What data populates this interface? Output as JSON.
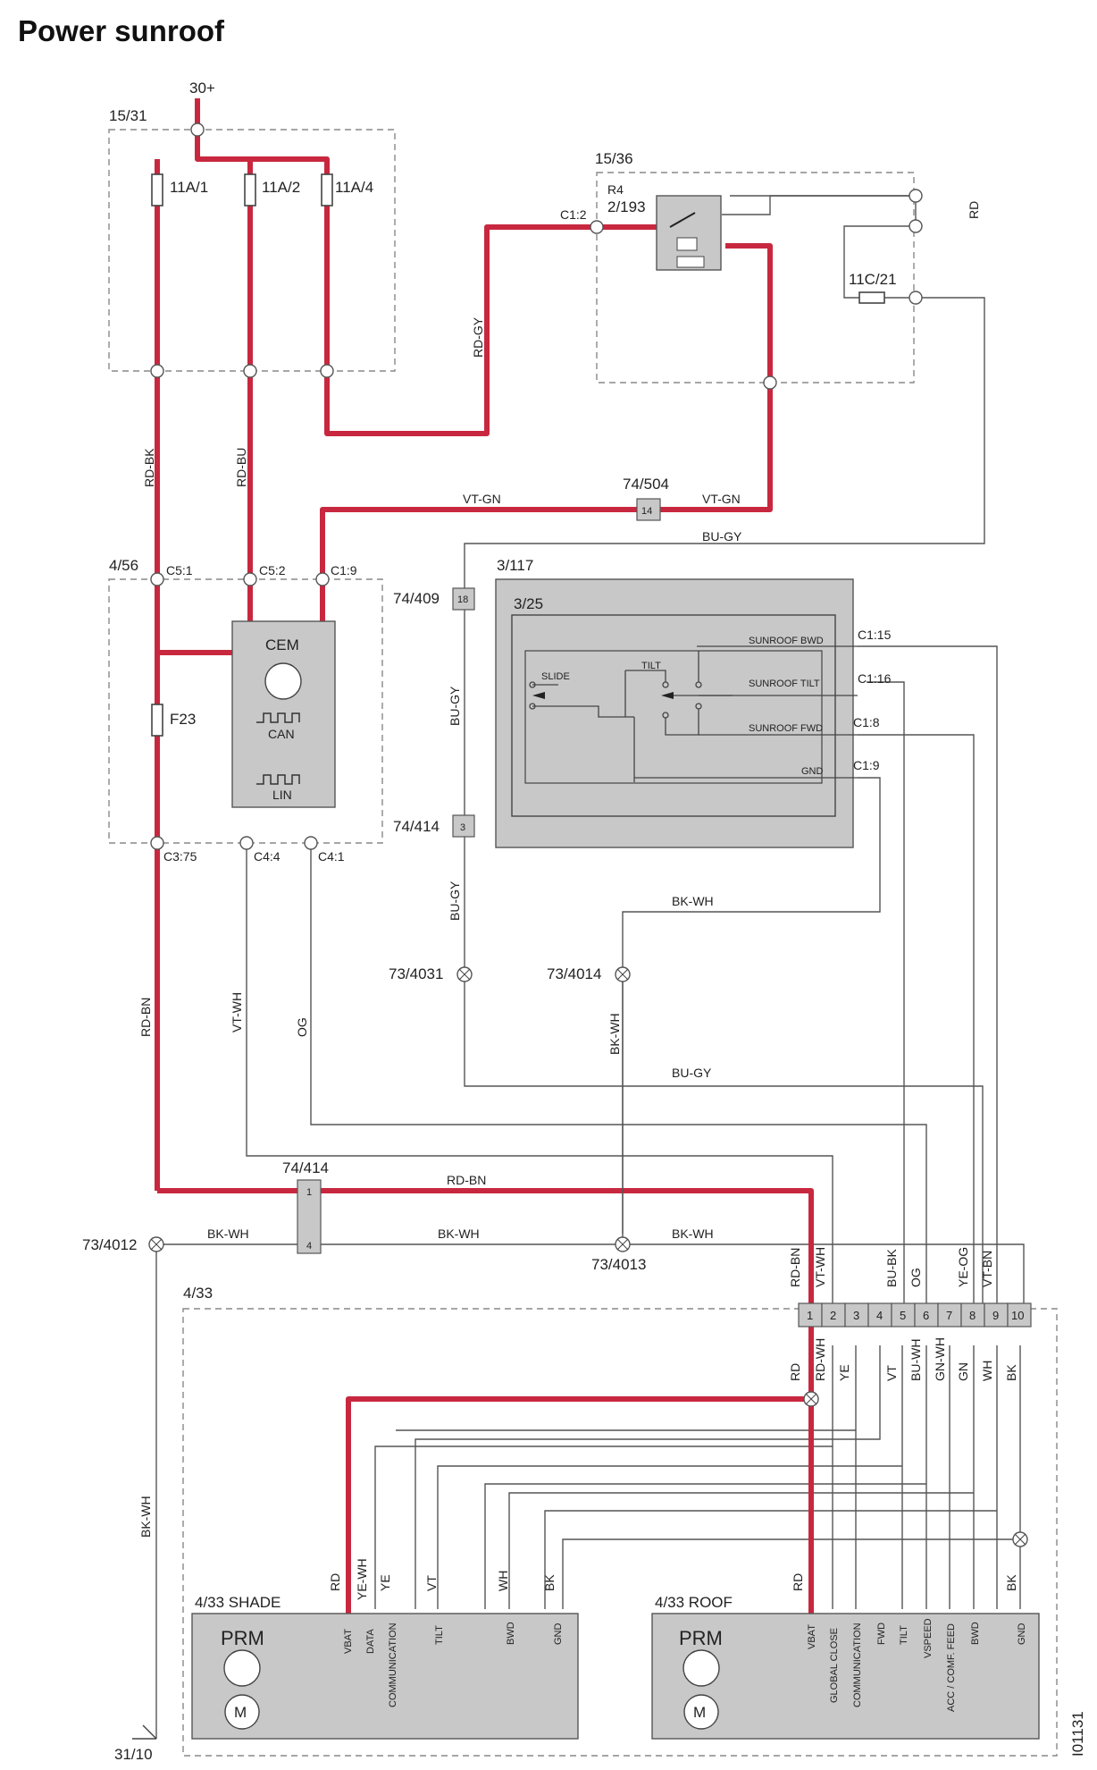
{
  "title": "Power sunroof",
  "diagram_id": "I01131",
  "supply": "30+",
  "ground": "31/10",
  "fusebox": {
    "id": "15/31",
    "fuses": [
      "11A/1",
      "11A/2",
      "11A/4"
    ]
  },
  "relay_box": {
    "id": "15/36",
    "relay_name": "R4",
    "relay_id": "2/193",
    "fuse": "11C/21",
    "connector": "C1:2",
    "wire": "RD"
  },
  "cem_box": {
    "id": "4/56",
    "module": "CEM",
    "can": "CAN",
    "lin": "LIN",
    "fuse": "F23",
    "top_connectors": [
      "C5:1",
      "C5:2",
      "C1:9"
    ],
    "bottom_connectors": [
      "C3:75",
      "C4:4",
      "C4:1"
    ]
  },
  "switch_panel": {
    "outer_id": "3/117",
    "inner_id": "3/25",
    "labels": {
      "slide": "SLIDE",
      "tilt": "TILT",
      "bwd": "SUNROOF BWD",
      "tilt_out": "SUNROOF TILT",
      "fwd": "SUNROOF FWD",
      "gnd": "GND"
    },
    "connectors": [
      "C1:15",
      "C1:16",
      "C1:8",
      "C1:9"
    ]
  },
  "connectors": {
    "c74_504": {
      "id": "74/504",
      "pin": "14"
    },
    "c74_409": {
      "id": "74/409",
      "pin": "18"
    },
    "c74_414a": {
      "id": "74/414",
      "pin": "3"
    },
    "c74_414b": {
      "id": "74/414",
      "pins": [
        "1",
        "4"
      ]
    }
  },
  "splices": [
    "73/4031",
    "73/4014",
    "73/4012",
    "73/4013"
  ],
  "wires": {
    "rd_gy": "RD-GY",
    "rd_bk": "RD-BK",
    "rd_bu": "RD-BU",
    "vt_gn": "VT-GN",
    "bu_gy": "BU-GY",
    "rd_bn": "RD-BN",
    "vt_wh": "VT-WH",
    "og": "OG",
    "bk_wh": "BK-WH"
  },
  "roof_module": {
    "box_id": "4/33",
    "pins": [
      "1",
      "2",
      "3",
      "4",
      "5",
      "6",
      "7",
      "8",
      "9",
      "10"
    ],
    "top_wires": [
      "RD-BN",
      "VT-WH",
      "BU-BK",
      "OG",
      "YE-OG",
      "VT-BN"
    ],
    "inner_wires": [
      "RD",
      "RD-WH",
      "YE",
      "VT",
      "BU-WH",
      "GN-WH",
      "GN",
      "WH",
      "BK"
    ]
  },
  "shade": {
    "title": "4/33 SHADE",
    "name": "PRM",
    "wires": [
      "RD",
      "YE-WH",
      "YE",
      "VT",
      "WH",
      "BK"
    ],
    "pin_labels": [
      "VBAT",
      "DATA",
      "COMMUNICATION",
      "TILT",
      "BWD",
      "GND"
    ]
  },
  "roof": {
    "title": "4/33 ROOF",
    "name": "PRM",
    "wires": [
      "RD",
      "BK"
    ],
    "pin_labels": [
      "VBAT",
      "GLOBAL CLOSE",
      "COMMUNICATION",
      "FWD",
      "TILT",
      "VSPEED",
      "ACC / COMF. FEED",
      "BWD",
      "GND"
    ]
  }
}
